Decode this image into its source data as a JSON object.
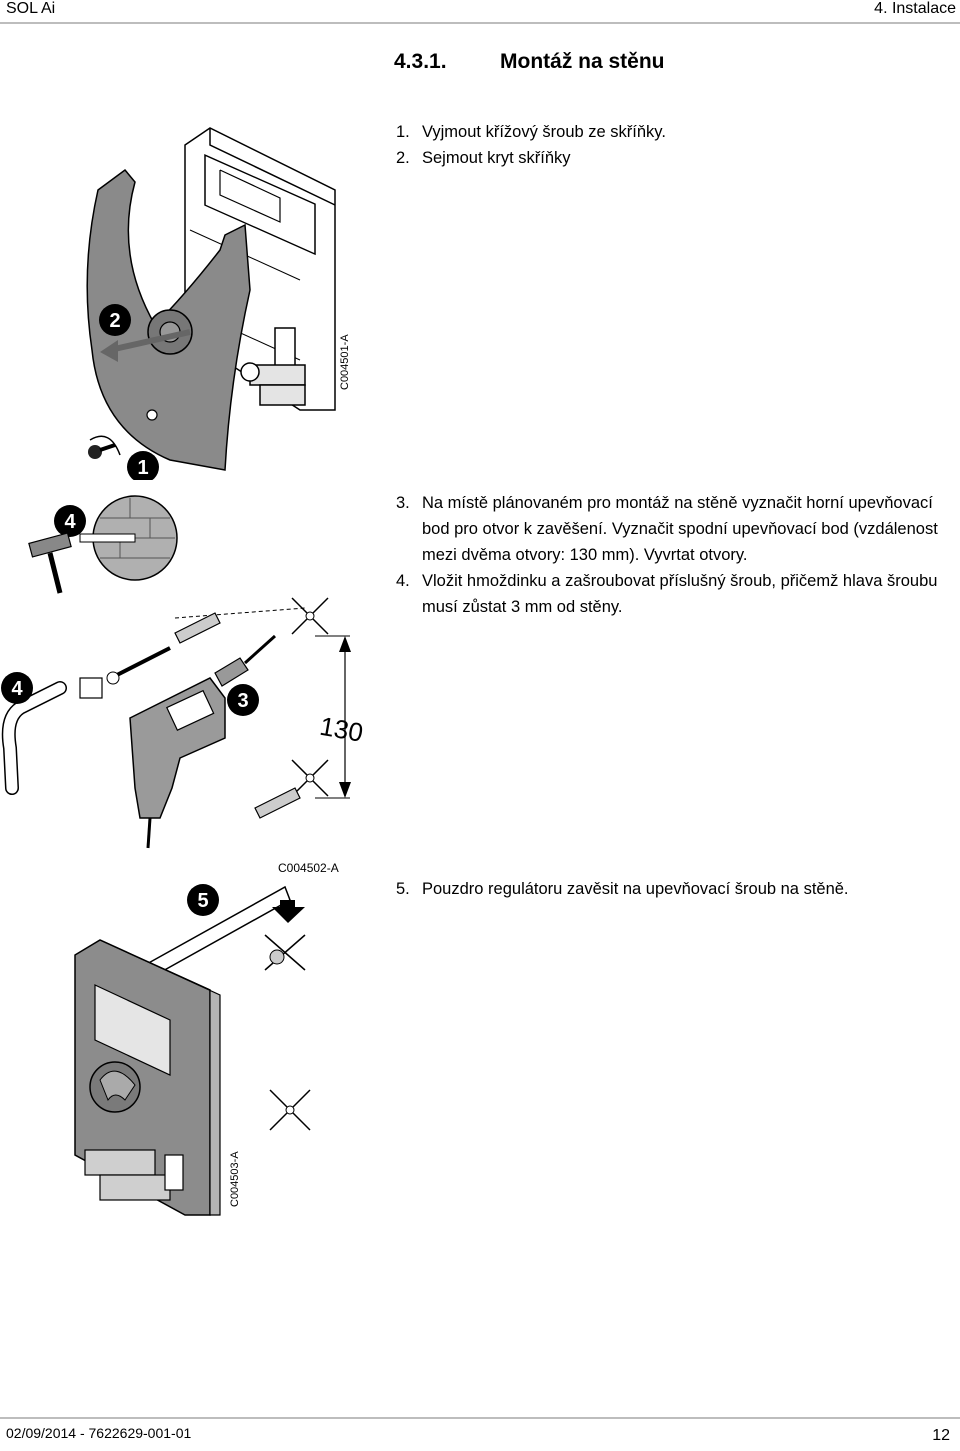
{
  "header": {
    "left": "SOL Ai",
    "right": "4.  Instalace"
  },
  "section": {
    "number": "4.3.1.",
    "title": "Montáž na stěnu"
  },
  "steps_top": [
    {
      "n": "1.",
      "text": "Vyjmout křížový šroub ze skříňky."
    },
    {
      "n": "2.",
      "text": "Sejmout kryt skříňky"
    }
  ],
  "steps_middle": [
    {
      "n": "3.",
      "text": "Na místě plánovaném pro montáž na stěně vyznačit horní upevňovací bod pro otvor k zavěšení. Vyznačit spodní upevňovací bod (vzdálenost mezi dvěma otvory: 130 mm). Vyvrtat otvory."
    },
    {
      "n": "4.",
      "text": "Vložit hmoždinku a zašroubovat příslušný šroub, přičemž hlava šroubu musí zůstat 3 mm od stěny."
    }
  ],
  "steps_bottom": [
    {
      "n": "5.",
      "text": "Pouzdro regulátoru zavěsit na upevňovací šroub na stěně."
    }
  ],
  "figures": {
    "fig1": {
      "code": "C004501-A",
      "badges": [
        "2",
        "1"
      ]
    },
    "fig2": {
      "code": "C004502-A",
      "badges": [
        "4",
        "4",
        "3"
      ],
      "dimension": "130"
    },
    "fig3": {
      "code": "C004503-A",
      "badges": [
        "5"
      ]
    }
  },
  "footer": {
    "left": "02/09/2014 - 7622629-001-01",
    "page": "12"
  }
}
